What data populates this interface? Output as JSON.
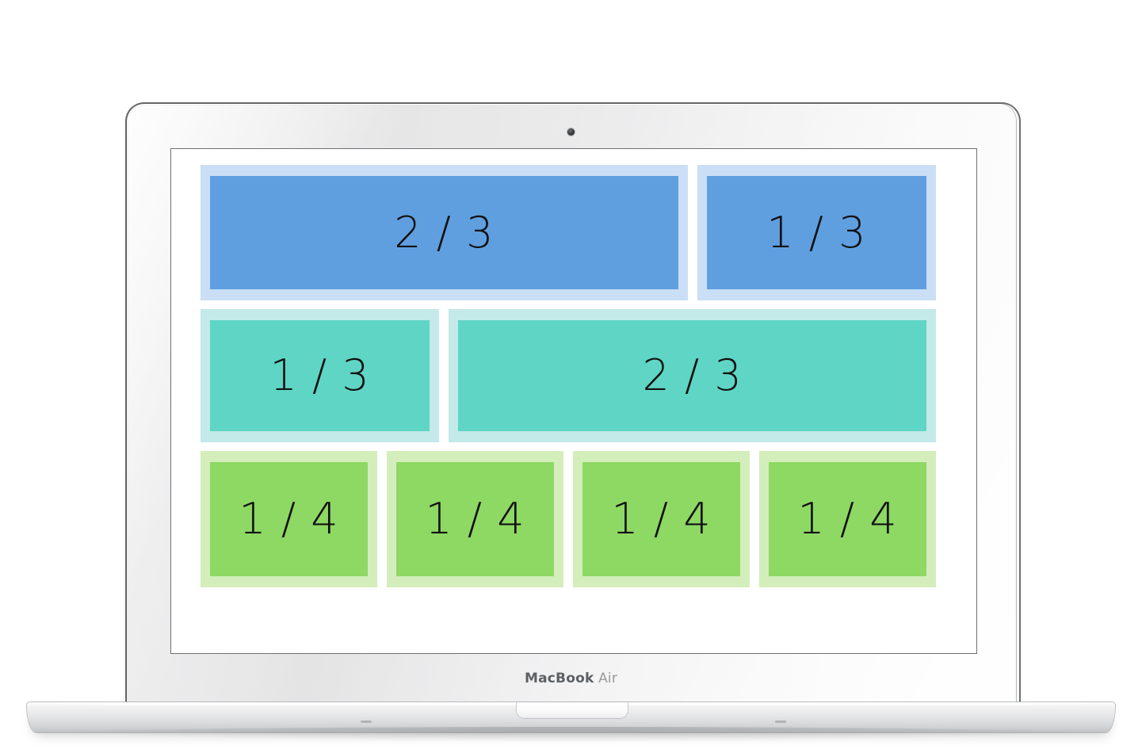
{
  "device": {
    "brand_label_strong": "MacBook",
    "brand_label_light": "Air",
    "camera_icon": "camera-dot-icon"
  },
  "screen": {
    "rows": [
      {
        "id": "row-blue",
        "theme": "blue",
        "outer_color": "#cadff5",
        "inner_color": "#5f9fe0",
        "cells": [
          {
            "label": "2 / 3",
            "fraction": "2/3",
            "width_class": "w-2-3"
          },
          {
            "label": "1 / 3",
            "fraction": "1/3",
            "width_class": "w-1-3"
          }
        ]
      },
      {
        "id": "row-teal",
        "theme": "teal",
        "outer_color": "#c3e9e9",
        "inner_color": "#5fd5c5",
        "cells": [
          {
            "label": "1 / 3",
            "fraction": "1/3",
            "width_class": "w-1-3"
          },
          {
            "label": "2 / 3",
            "fraction": "2/3",
            "width_class": "w-2-3"
          }
        ]
      },
      {
        "id": "row-green",
        "theme": "green",
        "outer_color": "#d3eebb",
        "inner_color": "#8ed864",
        "cells": [
          {
            "label": "1 / 4",
            "fraction": "1/4",
            "width_class": "w-1-4"
          },
          {
            "label": "1 / 4",
            "fraction": "1/4",
            "width_class": "w-1-4"
          },
          {
            "label": "1 / 4",
            "fraction": "1/4",
            "width_class": "w-1-4"
          },
          {
            "label": "1 / 4",
            "fraction": "1/4",
            "width_class": "w-1-4"
          }
        ]
      }
    ]
  },
  "colors": {
    "blue_fill": "#5f9fe0",
    "blue_tint": "#cadff5",
    "teal_fill": "#5fd5c5",
    "teal_tint": "#c3e9e9",
    "green_fill": "#8ed864",
    "green_tint": "#d3eebb",
    "page_background": "#ffffff",
    "text": "#111111"
  }
}
